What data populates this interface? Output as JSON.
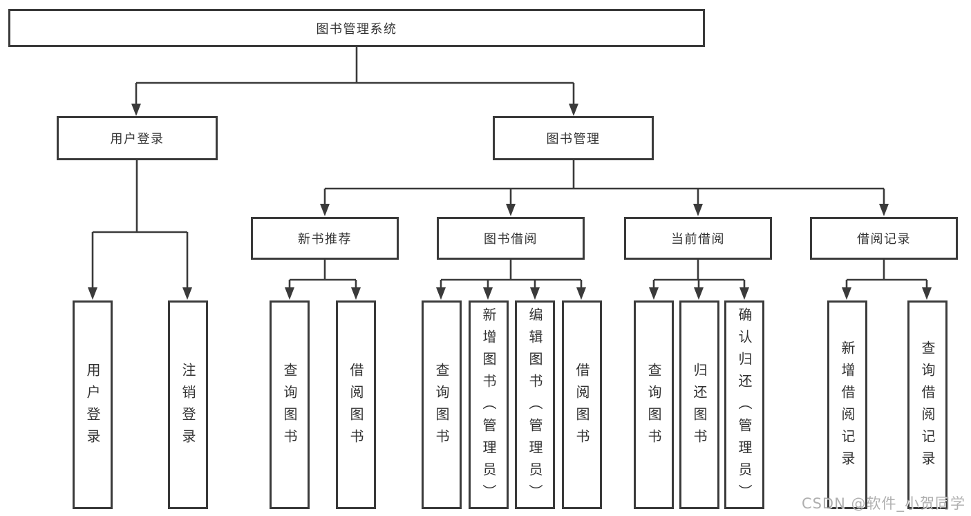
{
  "diagram": {
    "type": "hierarchy",
    "root": {
      "label": "图书管理系统"
    },
    "level2": [
      {
        "label": "用户登录",
        "parent": "图书管理系统"
      },
      {
        "label": "图书管理",
        "parent": "图书管理系统"
      }
    ],
    "level3": [
      {
        "label": "新书推荐",
        "parent": "图书管理"
      },
      {
        "label": "图书借阅",
        "parent": "图书管理"
      },
      {
        "label": "当前借阅",
        "parent": "图书管理"
      },
      {
        "label": "借阅记录",
        "parent": "图书管理"
      }
    ],
    "leaves": [
      {
        "label": "用户登录",
        "parent": "用户登录"
      },
      {
        "label": "注销登录",
        "parent": "用户登录"
      },
      {
        "label": "查询图书",
        "parent": "新书推荐"
      },
      {
        "label": "借阅图书",
        "parent": "新书推荐"
      },
      {
        "label": "查询图书",
        "parent": "图书借阅"
      },
      {
        "label": "新增图书（管理员）",
        "parent": "图书借阅"
      },
      {
        "label": "编辑图书（管理员）",
        "parent": "图书借阅"
      },
      {
        "label": "借阅图书",
        "parent": "图书借阅"
      },
      {
        "label": "查询图书",
        "parent": "当前借阅"
      },
      {
        "label": "归还图书",
        "parent": "当前借阅"
      },
      {
        "label": "确认归还（管理员）",
        "parent": "当前借阅"
      },
      {
        "label": "新增借阅记录",
        "parent": "借阅记录"
      },
      {
        "label": "查询借阅记录",
        "parent": "借阅记录"
      }
    ]
  },
  "watermark": "CSDN @软件_小贺同学",
  "colors": {
    "line": "#3a3a3a",
    "border": "#3a3a3a",
    "text": "#333333",
    "background": "#ffffff",
    "watermark": "#949494"
  }
}
